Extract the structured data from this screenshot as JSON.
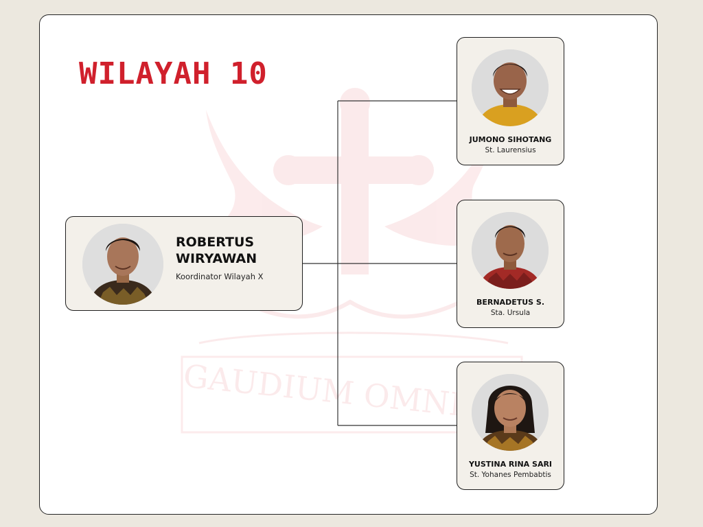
{
  "title": "WILAYAH 10",
  "watermark": {
    "motto": "GAUDIUM OMNIBUS",
    "color": "#d9252f"
  },
  "colors": {
    "title": "#d0202c",
    "box_fill": "#f3f0ea",
    "border": "#1e1e1e"
  },
  "coordinator": {
    "name": "ROBERTUS WIRYAWAN",
    "role": "Koordinator Wilayah X"
  },
  "members": [
    {
      "name": "JUMONO SIHOTANG",
      "parish": "St. Laurensius"
    },
    {
      "name": "BERNADETUS S.",
      "parish": "Sta. Ursula"
    },
    {
      "name": "YUSTINA RINA SARI",
      "parish": "St. Yohanes Pembabtis"
    }
  ]
}
